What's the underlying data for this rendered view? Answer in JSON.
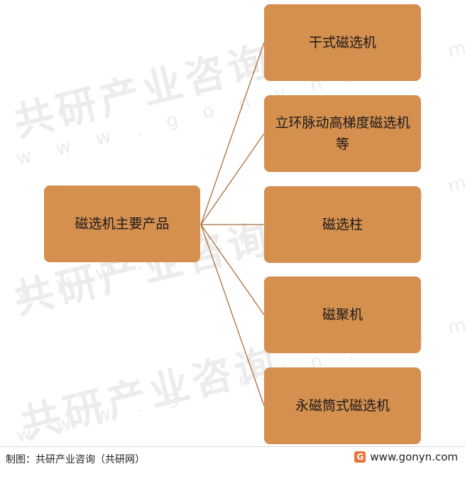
{
  "diagram": {
    "root": "磁选机主要产品",
    "children": [
      "干式磁选机",
      "立环脉动高梯度磁选机等",
      "磁选柱",
      "磁聚机",
      "永磁筒式磁选机"
    ],
    "box_color": "#d58f4f",
    "line_color": "#a8703f"
  },
  "watermark": {
    "text": "共研产业咨询",
    "url": "w w w . g o n y n . c o m"
  },
  "footer": {
    "source": "制图：共研产业咨询（共研网）",
    "site": "www.gonyn.com",
    "logo_icon": "G"
  }
}
